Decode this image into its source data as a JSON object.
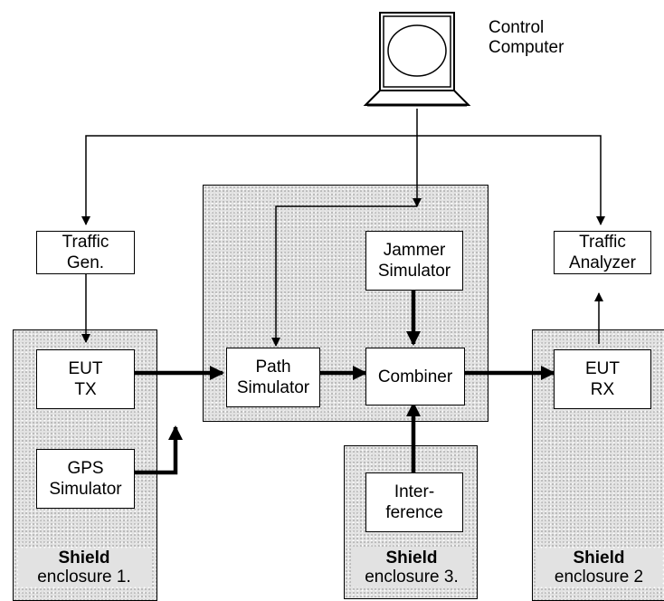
{
  "control": {
    "line1": "Control",
    "line2": "Computer"
  },
  "traffic_gen": {
    "line1": "Traffic",
    "line2": "Gen."
  },
  "traffic_analyzer": {
    "line1": "Traffic",
    "line2": "Analyzer"
  },
  "jammer": {
    "line1": "Jammer",
    "line2": "Simulator"
  },
  "path_sim": {
    "line1": "Path",
    "line2": "Simulator"
  },
  "combiner": {
    "label": "Combiner"
  },
  "eut_tx": {
    "line1": "EUT",
    "line2": "TX"
  },
  "eut_rx": {
    "line1": "EUT",
    "line2": "RX"
  },
  "gps": {
    "line1": "GPS",
    "line2": "Simulator"
  },
  "interference": {
    "line1": "Inter-",
    "line2": "ference"
  },
  "shield1": {
    "line1": "Shield",
    "line2": "enclosure 1."
  },
  "shield2": {
    "line1": "Shield",
    "line2": "enclosure 2"
  },
  "shield3": {
    "line1": "Shield",
    "line2": "enclosure 3."
  }
}
